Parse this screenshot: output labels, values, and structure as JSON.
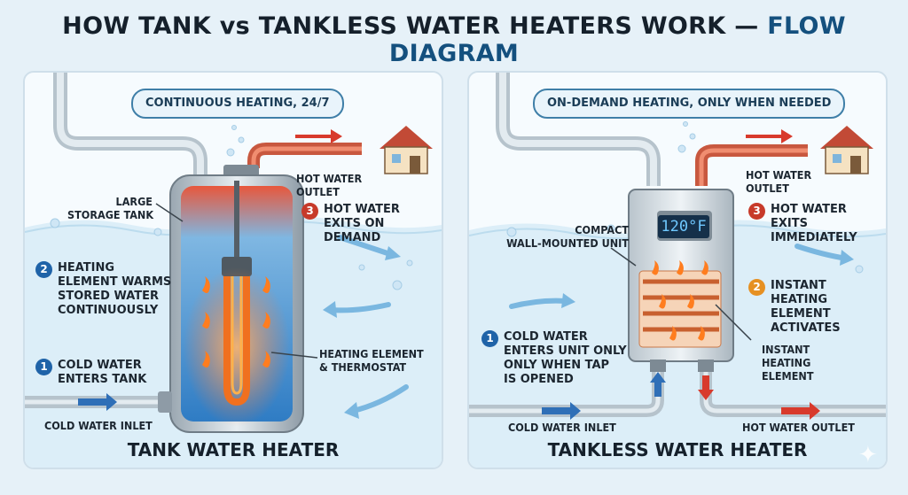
{
  "title": {
    "main": "HOW TANK vs TANKLESS WATER HEATERS WORK",
    "separator": "—",
    "accent": "FLOW DIAGRAM"
  },
  "tank": {
    "pill": "CONTINUOUS HEATING, 24/7",
    "hot_outlet": [
      "HOT WATER",
      "OUTLET"
    ],
    "storage": [
      "LARGE",
      "STORAGE TANK"
    ],
    "element_label": [
      "HEATING ELEMENT",
      "& THERMOSTAT"
    ],
    "inlet": "COLD WATER INLET",
    "step1": {
      "num": "1",
      "text": [
        "COLD WATER",
        "ENTERS TANK"
      ]
    },
    "step2": {
      "num": "2",
      "text": [
        "HEATING",
        "ELEMENT WARMS",
        "STORED WATER",
        "CONTINUOUSLY"
      ]
    },
    "step3": {
      "num": "3",
      "text": [
        "HOT WATER",
        "EXITS ON DEMAND"
      ]
    },
    "footer": "TANK WATER HEATER"
  },
  "tankless": {
    "pill": "ON-DEMAND HEATING, ONLY WHEN NEEDED",
    "hot_outlet_top": [
      "HOT WATER",
      "OUTLET"
    ],
    "unit": [
      "COMPACT",
      "WALL-MOUNTED UNIT"
    ],
    "display": "120°F",
    "element_label": [
      "INSTANT",
      "HEATING",
      "ELEMENT"
    ],
    "inlet": "COLD WATER INLET",
    "outlet": "HOT WATER OUTLET",
    "step1": {
      "num": "1",
      "text": [
        "COLD WATER",
        "ENTERS UNIT ONLY",
        "ONLY WHEN TAP",
        "IS OPENED"
      ]
    },
    "step2": {
      "num": "2",
      "text": [
        "INSTANT",
        "HEATING ELEMENT",
        "ACTIVATES"
      ]
    },
    "step3": {
      "num": "3",
      "text": [
        "HOT WATER",
        "EXITS IMMEDIATELY"
      ]
    },
    "footer": "TANKLESS WATER HEATER"
  },
  "icons": [
    "house-icon",
    "flame-icon",
    "sparkle-icon"
  ],
  "colors": {
    "hot": "#d9543a",
    "cold": "#2f6fb7",
    "title_accent": "#14507e",
    "tank_water": "#3c8fd0"
  }
}
